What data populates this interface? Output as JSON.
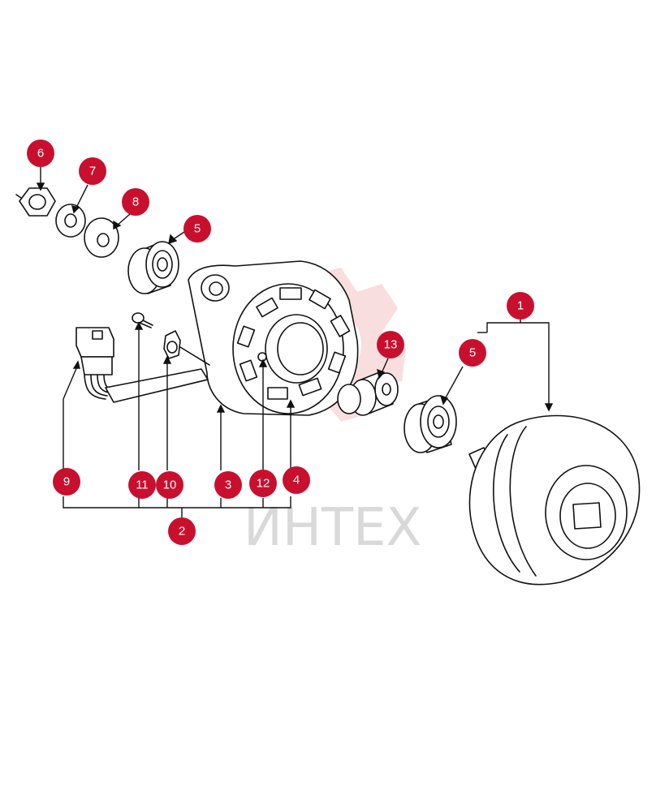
{
  "watermark": {
    "text": "ИНТЕХ",
    "color": "#f4c4c4"
  },
  "callout_color": "#c8102e",
  "callouts": [
    {
      "id": "c6",
      "label": "6"
    },
    {
      "id": "c7",
      "label": "7"
    },
    {
      "id": "c8",
      "label": "8"
    },
    {
      "id": "c5a",
      "label": "5"
    },
    {
      "id": "c1",
      "label": "1"
    },
    {
      "id": "c13",
      "label": "13"
    },
    {
      "id": "c5b",
      "label": "5"
    },
    {
      "id": "c9",
      "label": "9"
    },
    {
      "id": "c11",
      "label": "11"
    },
    {
      "id": "c10",
      "label": "10"
    },
    {
      "id": "c3",
      "label": "3"
    },
    {
      "id": "c12",
      "label": "12"
    },
    {
      "id": "c4",
      "label": "4"
    },
    {
      "id": "c2",
      "label": "2"
    }
  ]
}
